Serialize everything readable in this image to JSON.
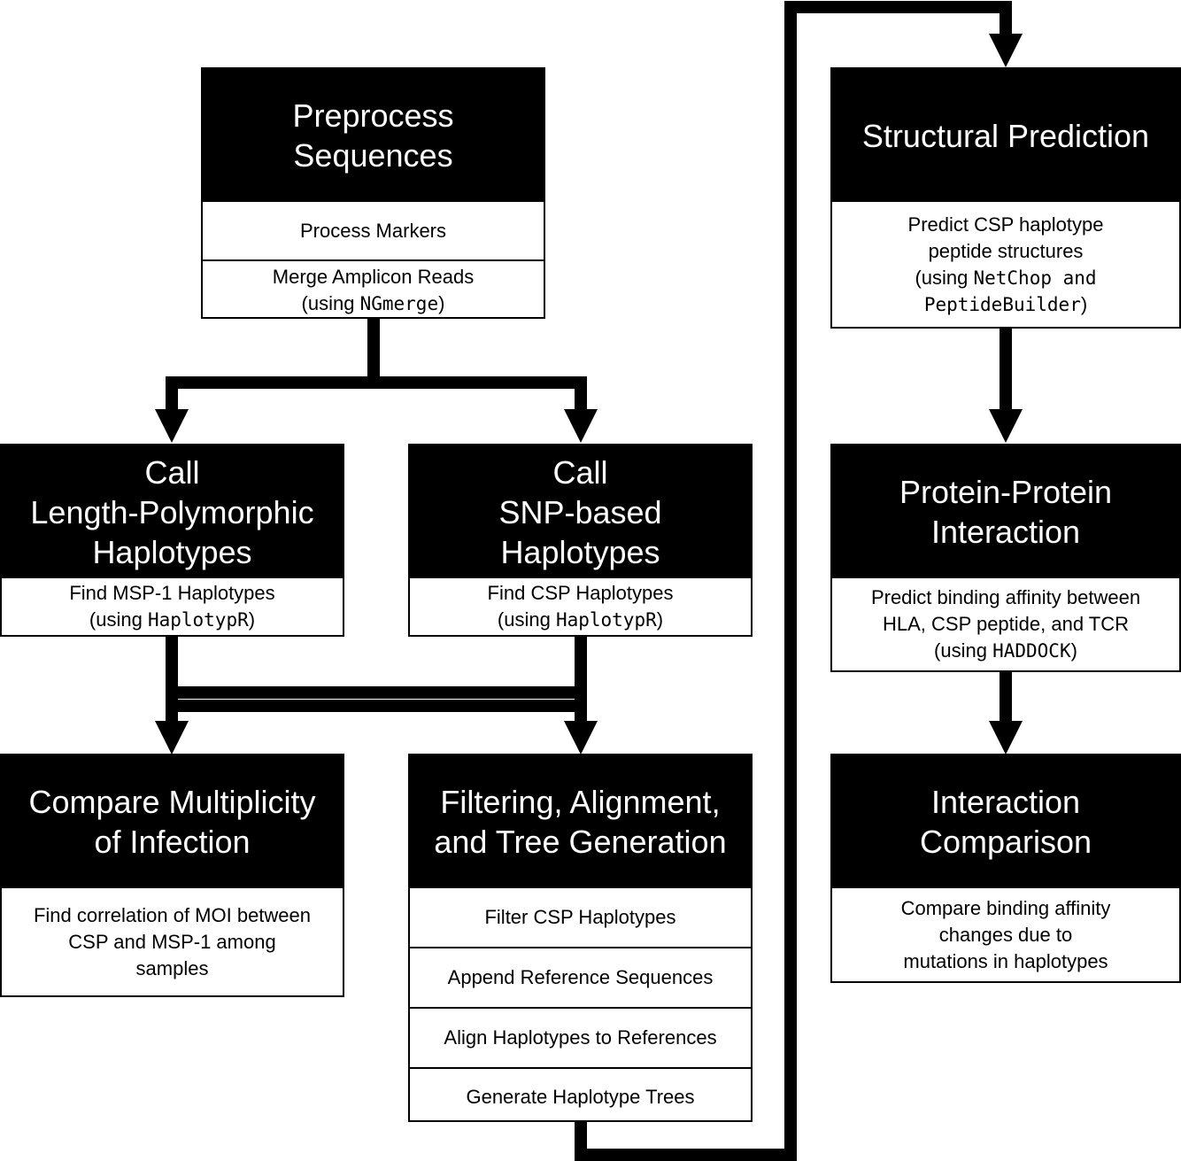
{
  "boxes": {
    "preprocess": {
      "title": [
        "Preprocess",
        "Sequences"
      ],
      "process_markers": "Process Markers",
      "merge_line1": "Merge Amplicon Reads",
      "merge_prefix": "(using ",
      "merge_tool": "NGmerge",
      "merge_suffix": ")"
    },
    "call_length": {
      "title": [
        "Call",
        "Length-Polymorphic",
        "Haplotypes"
      ],
      "line1": "Find MSP-1 Haplotypes",
      "prefix": "(using ",
      "tool": "HaplotypR",
      "suffix": ")"
    },
    "call_snp": {
      "title": [
        "Call",
        "SNP-based",
        "Haplotypes"
      ],
      "line1": "Find CSP Haplotypes",
      "prefix": "(using ",
      "tool": "HaplotypR",
      "suffix": ")"
    },
    "compare_moi": {
      "title": [
        "Compare Multiplicity",
        "of Infection"
      ],
      "lines": [
        "Find correlation of MOI between",
        "CSP and MSP-1 among",
        "samples"
      ]
    },
    "filtering": {
      "title": [
        "Filtering, Alignment,",
        "and Tree Generation"
      ],
      "steps": [
        "Filter CSP Haplotypes",
        "Append Reference Sequences",
        "Align Haplotypes to References",
        "Generate Haplotype Trees"
      ]
    },
    "structural": {
      "title": [
        "Structural Prediction"
      ],
      "line1": "Predict CSP haplotype",
      "line2": "peptide structures",
      "prefix": "(using ",
      "tool1": "NetChop and",
      "tool2": "PeptideBuilder",
      "suffix": ")"
    },
    "ppi": {
      "title": [
        "Protein-Protein",
        "Interaction"
      ],
      "line1": "Predict binding affinity between",
      "line2": "HLA, CSP peptide, and TCR",
      "prefix": "(using ",
      "tool": "HADDOCK",
      "suffix": ")"
    },
    "interaction_comparison": {
      "title": [
        "Interaction",
        "Comparison"
      ],
      "lines": [
        "Compare binding affinity",
        "changes due to",
        "mutations in haplotypes"
      ]
    }
  },
  "colors": {
    "header_bg": "#000000",
    "header_text": "#ffffff",
    "line": "#000000",
    "background": "#ffffff"
  }
}
